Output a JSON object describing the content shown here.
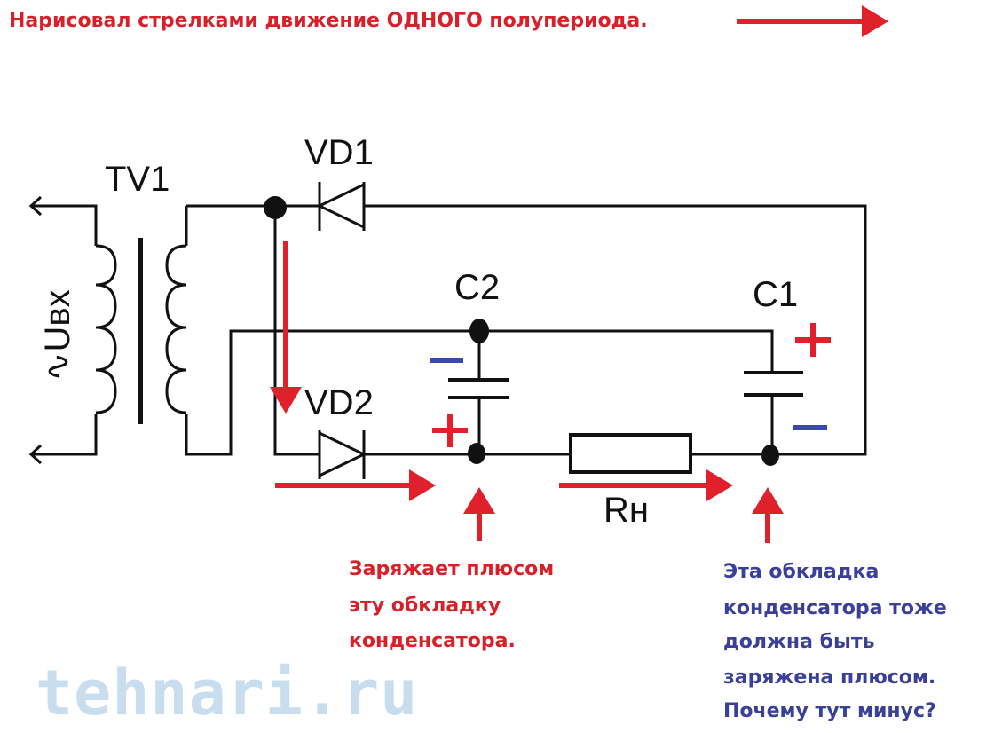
{
  "title": "Нарисовал стрелками движение ОДНОГО полупериода.",
  "labels": {
    "tv1": "TV1",
    "vd1": "VD1",
    "vd2": "VD2",
    "c1": "C1",
    "c2": "C2",
    "rn": "Rн",
    "uin": "∿Uвх"
  },
  "note_red": [
    "Заряжает плюсом",
    "эту обкладку",
    "конденсатора."
  ],
  "note_blue": [
    "Эта обкладка",
    "конденсатора тоже",
    "должна быть",
    "заряжена плюсом.",
    "Почему тут минус?"
  ],
  "watermark": "tehnari.ru",
  "colors": {
    "arrow": "#e0202a",
    "plus": "#e0202a",
    "minus": "#3b48b0",
    "wire": "#111111",
    "note_red": "#d9202a",
    "note_blue": "#3a3f9a"
  }
}
